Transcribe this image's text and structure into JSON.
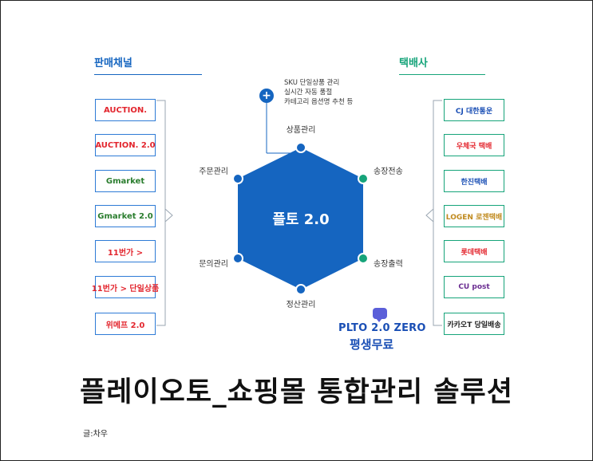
{
  "left_section": {
    "title": "판매채널"
  },
  "right_section": {
    "title": "택배사"
  },
  "channels": [
    {
      "label": "AUCTION.",
      "color": "#e3262e"
    },
    {
      "label": "AUCTION. 2.0",
      "color": "#e3262e"
    },
    {
      "label": "Gmarket",
      "color": "#2a7d2e"
    },
    {
      "label": "Gmarket 2.0",
      "color": "#2a7d2e"
    },
    {
      "label": "11번가 >",
      "color": "#e3262e"
    },
    {
      "label": "11번가 > 단일상품",
      "color": "#e3262e"
    },
    {
      "label": "위메프 2.0",
      "color": "#e3262e"
    }
  ],
  "couriers": [
    {
      "label": "CJ 대한통운",
      "color": "#1a4fb5"
    },
    {
      "label": "우체국 택배",
      "color": "#e3262e"
    },
    {
      "label": "한진택배",
      "color": "#1a4fb5"
    },
    {
      "label": "LOGEN 로젠택배",
      "color": "#c08a1e"
    },
    {
      "label": "롯데택배",
      "color": "#e3262e"
    },
    {
      "label": "CU post",
      "color": "#6a2c91"
    },
    {
      "label": "카카오T 당일배송",
      "color": "#222222"
    }
  ],
  "hexagon": {
    "label": "플토 2.0",
    "fill": "#1565c0",
    "nodes": [
      {
        "label": "상품관리"
      },
      {
        "label": "송장전송"
      },
      {
        "label": "송장출력"
      },
      {
        "label": "정산관리"
      },
      {
        "label": "문의관리"
      },
      {
        "label": "주문관리"
      }
    ]
  },
  "feature_note": {
    "icon": "plus-icon",
    "lines": [
      "SKU 단일상품 관리",
      "실시간 자동 품절",
      "카테고리 옵션명 추천 등"
    ]
  },
  "promo": {
    "icon": "chat-heart-icon",
    "title": "PLTO 2.0 ZERO",
    "subtitle": "평생무료"
  },
  "heading": "플레이오토_쇼핑몰 통합관리 솔루션",
  "caption": "글:차우",
  "colors": {
    "blue": "#1565c0",
    "green": "#16a47a",
    "channel_border": "#2e7bd6"
  }
}
